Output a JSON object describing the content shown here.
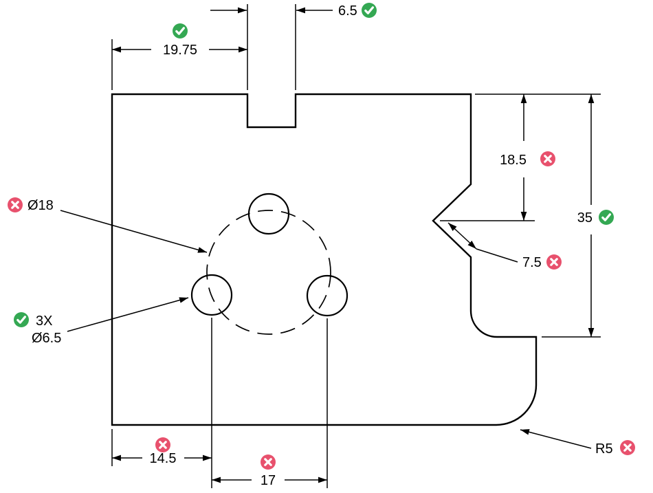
{
  "colors": {
    "pass": "#34a853",
    "fail": "#e8516d",
    "line": "#000000",
    "background": "#ffffff"
  },
  "dimensions": {
    "slot_width": {
      "value": "6.5",
      "status": "pass"
    },
    "slot_left_offset": {
      "value": "19.75",
      "status": "pass"
    },
    "notch_vertical_offset": {
      "value": "18.5",
      "status": "fail"
    },
    "right_height": {
      "value": "35",
      "status": "pass"
    },
    "notch_width": {
      "value": "7.5",
      "status": "fail"
    },
    "bolt_circle_diameter": {
      "value": "Ø18",
      "status": "fail"
    },
    "hole_callout": {
      "line1": "3X",
      "line2": "Ø6.5",
      "status": "pass"
    },
    "hole_left_offset": {
      "value": "14.5",
      "status": "fail"
    },
    "hole_spacing": {
      "value": "17",
      "status": "fail"
    },
    "corner_radius": {
      "value": "R5",
      "status": "fail"
    }
  }
}
